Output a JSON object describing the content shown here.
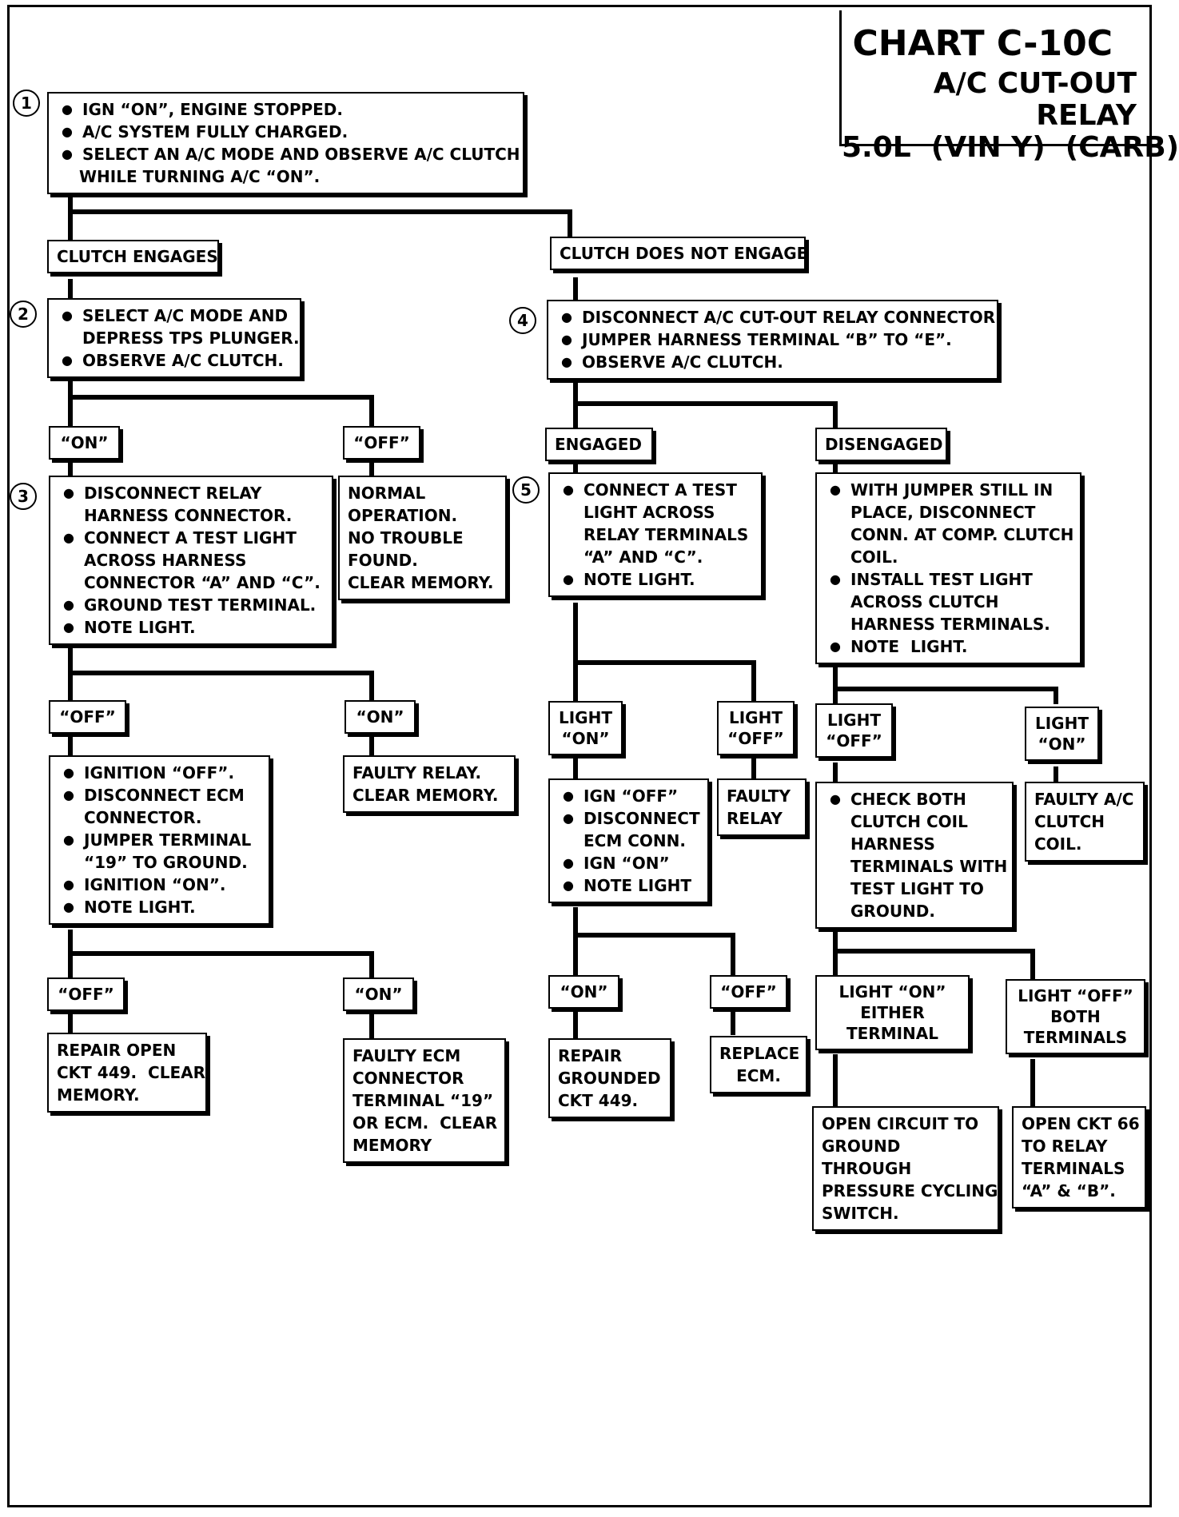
{
  "title": {
    "chart": "CHART C-10C",
    "line1": "A/C CUT-OUT RELAY",
    "line2": "5.0L  (VIN Y)  (CARB)"
  },
  "steps": {
    "s1": "1",
    "s2": "2",
    "s3": "3",
    "s4": "4",
    "s5": "5"
  },
  "nodes": {
    "start": [
      "IGN “ON”, ENGINE STOPPED.",
      "A/C SYSTEM FULLY CHARGED.",
      "SELECT AN A/C MODE AND OBSERVE A/C CLUTCH",
      "WHILE TURNING A/C “ON”."
    ],
    "clutch_engages": "CLUTCH ENGAGES",
    "clutch_not_engage": "CLUTCH DOES NOT ENGAGE",
    "step2": [
      "SELECT A/C MODE AND",
      "DEPRESS TPS PLUNGER.",
      "OBSERVE A/C CLUTCH."
    ],
    "step4": [
      "DISCONNECT A/C CUT-OUT RELAY CONNECTOR.",
      "JUMPER HARNESS TERMINAL “B” TO “E”.",
      "OBSERVE A/C CLUTCH."
    ],
    "s2_on": "“ON”",
    "s2_off": "“OFF”",
    "engaged": "ENGAGED",
    "disengaged": "DISENGAGED",
    "step3": [
      "DISCONNECT RELAY",
      "HARNESS CONNECTOR.",
      "CONNECT A TEST LIGHT",
      "ACROSS HARNESS",
      "CONNECTOR “A” AND “C”.",
      "GROUND TEST TERMINAL.",
      "NOTE LIGHT."
    ],
    "normal_op": [
      "NORMAL",
      "OPERATION.",
      "NO TROUBLE",
      "FOUND.",
      "CLEAR MEMORY."
    ],
    "step5": [
      "CONNECT A TEST",
      "LIGHT ACROSS",
      "RELAY TERMINALS",
      "“A” AND “C”.",
      "NOTE LIGHT."
    ],
    "disengaged_box": [
      "WITH JUMPER STILL IN",
      "PLACE, DISCONNECT",
      "CONN. AT COMP. CLUTCH",
      "COIL.",
      "INSTALL TEST LIGHT",
      "ACROSS CLUTCH",
      "HARNESS TERMINALS.",
      "NOTE  LIGHT."
    ],
    "s3_off": "“OFF”",
    "s3_on": "“ON”",
    "light_on_5": [
      "LIGHT",
      "“ON”"
    ],
    "light_off_5": [
      "LIGHT",
      "“OFF”"
    ],
    "light_off_d": [
      "LIGHT",
      "“OFF”"
    ],
    "light_on_d": [
      "LIGHT",
      "“ON”"
    ],
    "ign_box": [
      "IGNITION “OFF”.",
      "DISCONNECT ECM",
      "CONNECTOR.",
      "JUMPER TERMINAL",
      "“19” TO GROUND.",
      "IGNITION “ON”.",
      "NOTE LIGHT."
    ],
    "faulty_relay_mem": [
      "FAULTY RELAY.",
      "CLEAR MEMORY."
    ],
    "ign_box5": [
      "IGN “OFF”",
      "DISCONNECT",
      "ECM CONN.",
      "IGN “ON”",
      "NOTE LIGHT"
    ],
    "faulty_relay": [
      "FAULTY",
      "RELAY"
    ],
    "check_both": [
      "CHECK BOTH",
      "CLUTCH COIL",
      "HARNESS",
      "TERMINALS WITH",
      "TEST LIGHT TO",
      "GROUND."
    ],
    "faulty_coil": [
      "FAULTY A/C",
      "CLUTCH",
      "COIL."
    ],
    "ign_off": "“OFF”",
    "ign_on": "“ON”",
    "s5_on": "“ON”",
    "s5_off": "“OFF”",
    "light_on_either": [
      "LIGHT “ON”",
      "EITHER",
      "TERMINAL"
    ],
    "light_off_both": [
      "LIGHT “OFF”",
      "BOTH",
      "TERMINALS"
    ],
    "repair_open": [
      "REPAIR OPEN",
      "CKT 449.  CLEAR",
      "MEMORY."
    ],
    "faulty_ecm": [
      "FAULTY ECM",
      "CONNECTOR",
      "TERMINAL “19”",
      "OR ECM.  CLEAR",
      "MEMORY"
    ],
    "repair_grounded": [
      "REPAIR",
      "GROUNDED",
      "CKT 449."
    ],
    "replace_ecm": [
      "REPLACE",
      "ECM."
    ],
    "open_circuit": [
      "OPEN CIRCUIT TO",
      "GROUND",
      "THROUGH",
      "PRESSURE CYCLING",
      "SWITCH."
    ],
    "open_ckt66": [
      "OPEN CKT 66",
      "TO RELAY",
      "TERMINALS",
      "“A” & “B”."
    ]
  }
}
